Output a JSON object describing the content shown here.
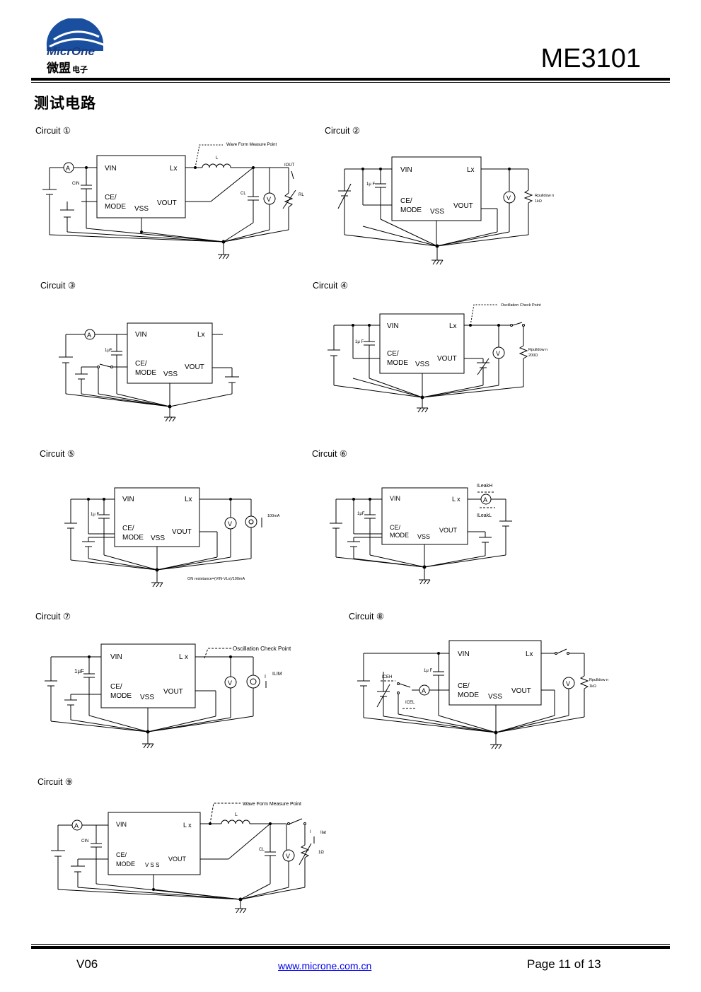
{
  "header": {
    "logo_text_en": "MicrOne",
    "logo_text_cn": "微盟",
    "logo_text_cn_small": "电子",
    "part_number": "ME3101"
  },
  "section_title": "测试电路",
  "pins": {
    "vin": "VIN",
    "lx": "Lx",
    "lx_spaced": "L x",
    "ce": "CE/",
    "mode": "MODE",
    "vss": "VSS",
    "vss_spaced": "V S S",
    "vout": "VOUT"
  },
  "meters": {
    "ammeter": "A",
    "voltmeter": "V"
  },
  "circuits": [
    {
      "label": "Circuit ①",
      "notes": {
        "wave": "Wave Form Measure Point",
        "l": "L",
        "cin": "CIN",
        "cl": "CL",
        "iout": "IOUT",
        "rl": "RL"
      }
    },
    {
      "label": "Circuit ②",
      "notes": {
        "cap": "1μ F",
        "pull": "Rpulldow n",
        "pullval": "1kΩ"
      }
    },
    {
      "label": "Circuit ③",
      "notes": {
        "cap": "1μF"
      }
    },
    {
      "label": "Circuit ④",
      "notes": {
        "osc": "Oscillation Check Point",
        "cap": "1μ F",
        "pull": "Rpulldow n",
        "pullval": "200Ω"
      }
    },
    {
      "label": "Circuit ⑤",
      "notes": {
        "cap": "1μ F",
        "cur": "100mA",
        "on": "ON resistance=(VIN-VLx)/100mA"
      }
    },
    {
      "label": "Circuit ⑥",
      "notes": {
        "cap": "1μF",
        "ileakh": "ILeakH",
        "ileakl": "ILeakL"
      }
    },
    {
      "label": "Circuit ⑦",
      "notes": {
        "cap": "1μF",
        "osc": "Oscillation  Check  Point",
        "ilim": "ILIM",
        "i": "I"
      }
    },
    {
      "label": "Circuit ⑧",
      "notes": {
        "cap": "1μ F",
        "iceh": "ICEH",
        "icel": "ICEL",
        "pull": "Rpulldow n",
        "pullval": "1kΩ"
      }
    },
    {
      "label": "Circuit ⑨",
      "notes": {
        "wave": "Wave Form Measure  Point",
        "l": "L",
        "cin": "CIN",
        "cl": "CL",
        "i": "I",
        "ilat": "Ilat",
        "r": "1Ω"
      }
    }
  ],
  "footer": {
    "version": "V06",
    "url": "www.microne.com.cn",
    "page": "Page 11 of 13"
  }
}
